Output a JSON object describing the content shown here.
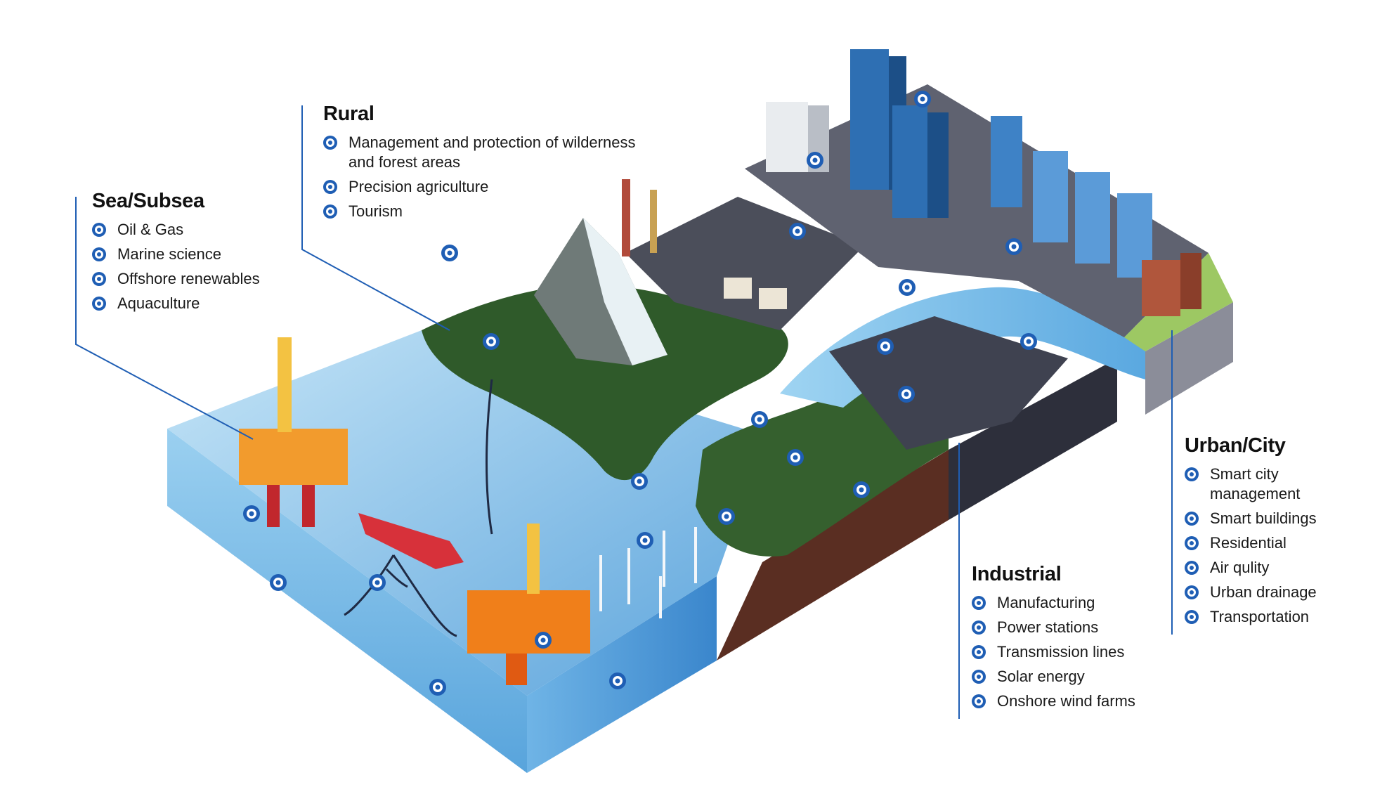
{
  "sections": {
    "sea": {
      "title": "Sea/Subsea",
      "items": [
        "Oil & Gas",
        "Marine science",
        "Offshore renewables",
        "Aquaculture"
      ]
    },
    "rural": {
      "title": "Rural",
      "items": [
        "Management and protection of wilderness and forest areas",
        "Precision agriculture",
        "Tourism"
      ]
    },
    "industrial": {
      "title": "Industrial",
      "items": [
        "Manufacturing",
        "Power stations",
        "Transmission lines",
        "Solar energy",
        "Onshore wind farms"
      ]
    },
    "urban": {
      "title": "Urban/City",
      "items": [
        "Smart city management",
        "Smart buildings",
        "Residential",
        "Air qulity",
        "Urban drainage",
        "Transportation"
      ]
    }
  },
  "colors": {
    "accent": "#1f5eb4",
    "sea_light": "#8ec6ea",
    "sea_dark": "#3d8fd1",
    "land": "#2f5a2a",
    "soil": "#5a2e22",
    "city_base": "#2d2f3b"
  }
}
